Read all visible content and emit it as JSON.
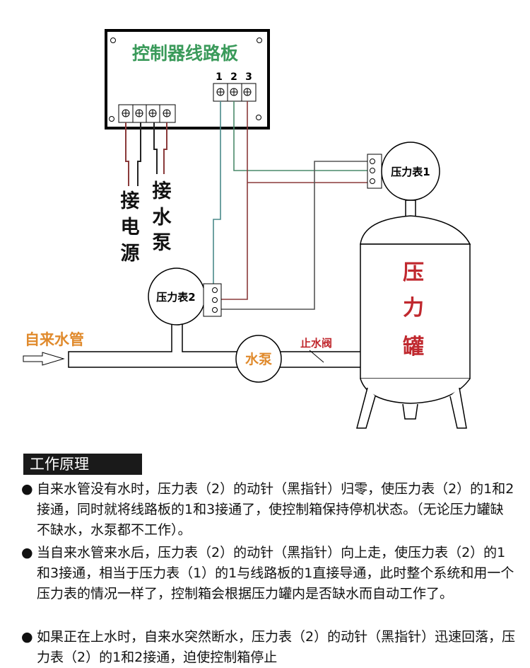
{
  "diagram": {
    "board_title": "控制器线路板",
    "terminal_numbers": [
      "1",
      "2",
      "3"
    ],
    "power_label": [
      "接",
      "电",
      "源"
    ],
    "pump_wire_label": [
      "接",
      "水",
      "泵"
    ],
    "gauge1_label": "压力表1",
    "gauge2_label": "压力表2",
    "tank_label": [
      "压",
      "力",
      "罐"
    ],
    "inlet_label": "自来水管",
    "pump_label": "水泵",
    "valve_label": "止水阀",
    "colors": {
      "green": "#3a9a5a",
      "red": "#c0282e",
      "orange": "#e08a2c",
      "wire_green": "#4a8a6a",
      "wire_red": "#8a3a3a"
    }
  },
  "principle": {
    "heading": "工作原理",
    "bullet": "●",
    "paragraphs": [
      "自来水管没有水时，压力表（2）的动针（黑指针）归零，使压力表（2）的1和2接通，同时就将线路板的1和3接通了，使控制箱保持停机状态。（无论压力罐缺不缺水，水泵都不工作）。",
      "当自来水管来水后，压力表（2）的动针（黑指针）向上走，使压力表（2）的1和3接通，相当于压力表（1）的1与线路板的1直接导通，此时整个系统和用一个压力表的情况一样了，控制箱会根据压力罐内是否缺水而自动工作了。",
      "如果正在上水时，自来水突然断水，压力表（2）的动针（黑指针）迅速回落，压力表（2）的1和2接通，迫使控制箱停止"
    ]
  }
}
